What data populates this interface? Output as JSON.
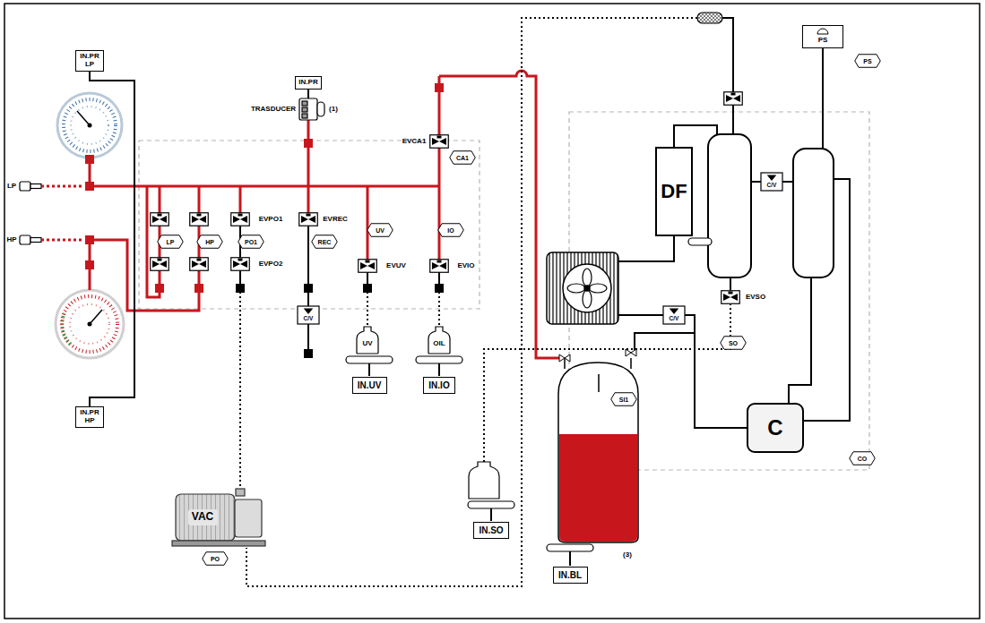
{
  "diagram": {
    "nodes": [
      {
        "text": [
          "IN.PR LP"
        ]
      },
      {
        "text": [
          "IN.PR"
        ]
      },
      {
        "text": [
          "IN.PR HP"
        ]
      },
      {
        "text": [
          "UV"
        ]
      },
      {
        "text": [
          "OIL"
        ]
      },
      {
        "text": [
          "IN.UV"
        ]
      },
      {
        "text": [
          "IN.IO"
        ]
      },
      {
        "text": [
          "VAC"
        ]
      },
      {
        "text": [
          "IN.SO"
        ]
      },
      {
        "text": [
          "IN.BL"
        ]
      },
      {
        "text": [
          "DF"
        ]
      },
      {
        "text": [
          "C"
        ]
      },
      {
        "text": [
          "PS"
        ]
      }
    ],
    "edges": [
      {
        "from": 0,
        "to": 2,
        "arrow": "none"
      }
    ],
    "labels": [
      "TRASDUCER",
      "(1)",
      "LP",
      "HP",
      "LP",
      "HP",
      "PO1",
      "EVPO1",
      "EVPO2",
      "EVREC",
      "REC",
      "UV",
      "EVUV",
      "IO",
      "EVIO",
      "CA1",
      "EVCA1",
      "C/V",
      "C/V",
      "C/V",
      "SI1",
      "(3)",
      "PO",
      "CO",
      "PS",
      "SO",
      "EVSO"
    ]
  }
}
